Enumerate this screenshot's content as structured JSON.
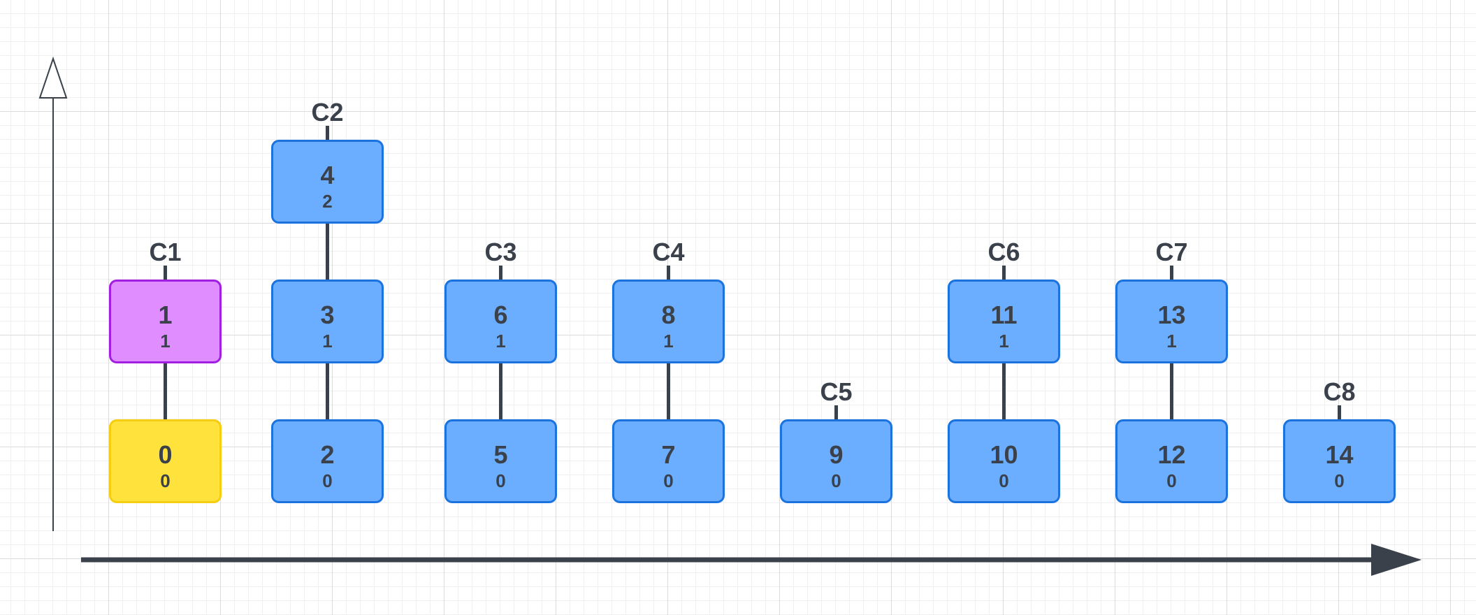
{
  "colors": {
    "standard_fill": "#6baeff",
    "standard_border": "#1b73e0",
    "genesis_fill": "#ffe23c",
    "genesis_border": "#f5ce12",
    "highlight_fill": "#e08eff",
    "highlight_border": "#a21ee0",
    "ink": "#3a414a"
  },
  "columns": [
    {
      "label": "C1",
      "blocks": [
        {
          "id": "0",
          "height": "0",
          "kind": "genesis"
        },
        {
          "id": "1",
          "height": "1",
          "kind": "highlight"
        }
      ]
    },
    {
      "label": "C2",
      "blocks": [
        {
          "id": "2",
          "height": "0",
          "kind": "standard"
        },
        {
          "id": "3",
          "height": "1",
          "kind": "standard"
        },
        {
          "id": "4",
          "height": "2",
          "kind": "standard"
        }
      ]
    },
    {
      "label": "C3",
      "blocks": [
        {
          "id": "5",
          "height": "0",
          "kind": "standard"
        },
        {
          "id": "6",
          "height": "1",
          "kind": "standard"
        }
      ]
    },
    {
      "label": "C4",
      "blocks": [
        {
          "id": "7",
          "height": "0",
          "kind": "standard"
        },
        {
          "id": "8",
          "height": "1",
          "kind": "standard"
        }
      ]
    },
    {
      "label": "C5",
      "blocks": [
        {
          "id": "9",
          "height": "0",
          "kind": "standard"
        }
      ]
    },
    {
      "label": "C6",
      "blocks": [
        {
          "id": "10",
          "height": "0",
          "kind": "standard"
        },
        {
          "id": "11",
          "height": "1",
          "kind": "standard"
        }
      ]
    },
    {
      "label": "C7",
      "blocks": [
        {
          "id": "12",
          "height": "0",
          "kind": "standard"
        },
        {
          "id": "13",
          "height": "1",
          "kind": "standard"
        }
      ]
    },
    {
      "label": "C8",
      "blocks": [
        {
          "id": "14",
          "height": "0",
          "kind": "standard"
        }
      ]
    }
  ]
}
